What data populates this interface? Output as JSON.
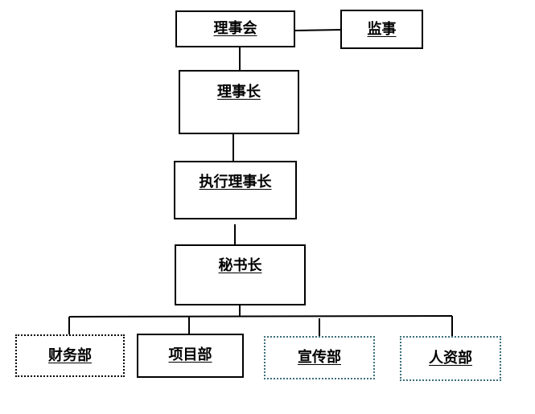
{
  "org_chart": {
    "board": "理事会",
    "supervisor": "监事",
    "chairman": "理事长",
    "executive_chairman": "执行理事长",
    "secretary_general": "秘书长",
    "departments": [
      "财务部",
      "项目部",
      "宣传部",
      "人资部"
    ]
  },
  "colors": {
    "box_border": "#000000",
    "dotted_border_teal": "#3b6f7b",
    "background": "#ffffff",
    "text": "#000000"
  }
}
